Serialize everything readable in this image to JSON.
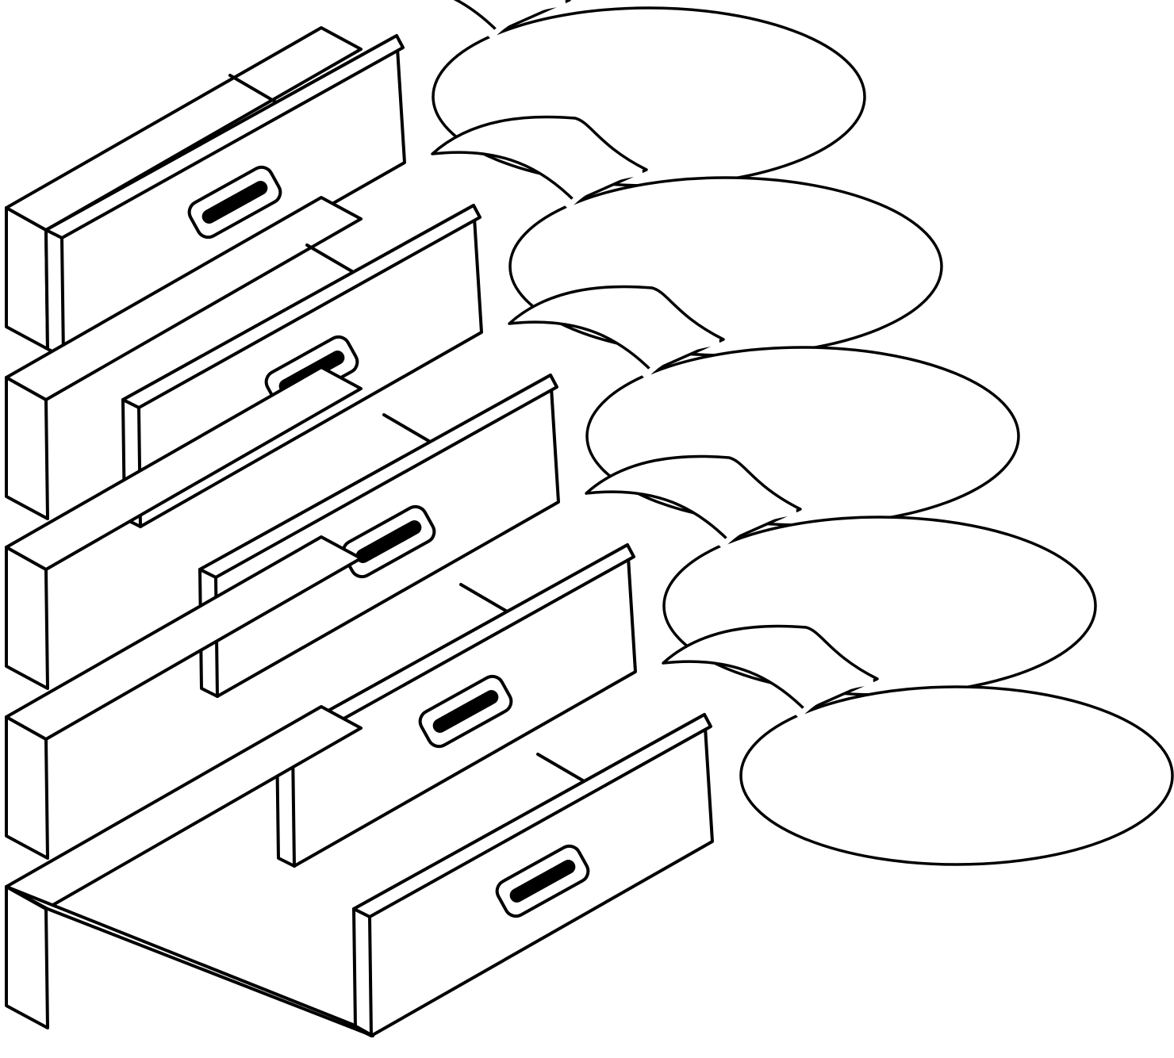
{
  "drawing": {
    "subject": "open-drawer-cabinet",
    "drawer_count": 5,
    "speech_bubble_count": 5,
    "line_color": "#000000",
    "fill_color": "#ffffff"
  },
  "drawers": [
    {
      "icon": "drawer-handle-icon"
    },
    {
      "icon": "drawer-handle-icon"
    },
    {
      "icon": "drawer-handle-icon"
    },
    {
      "icon": "drawer-handle-icon"
    },
    {
      "icon": "drawer-handle-icon"
    }
  ],
  "bubbles": [
    {
      "text": ""
    },
    {
      "text": ""
    },
    {
      "text": ""
    },
    {
      "text": ""
    },
    {
      "text": ""
    }
  ]
}
